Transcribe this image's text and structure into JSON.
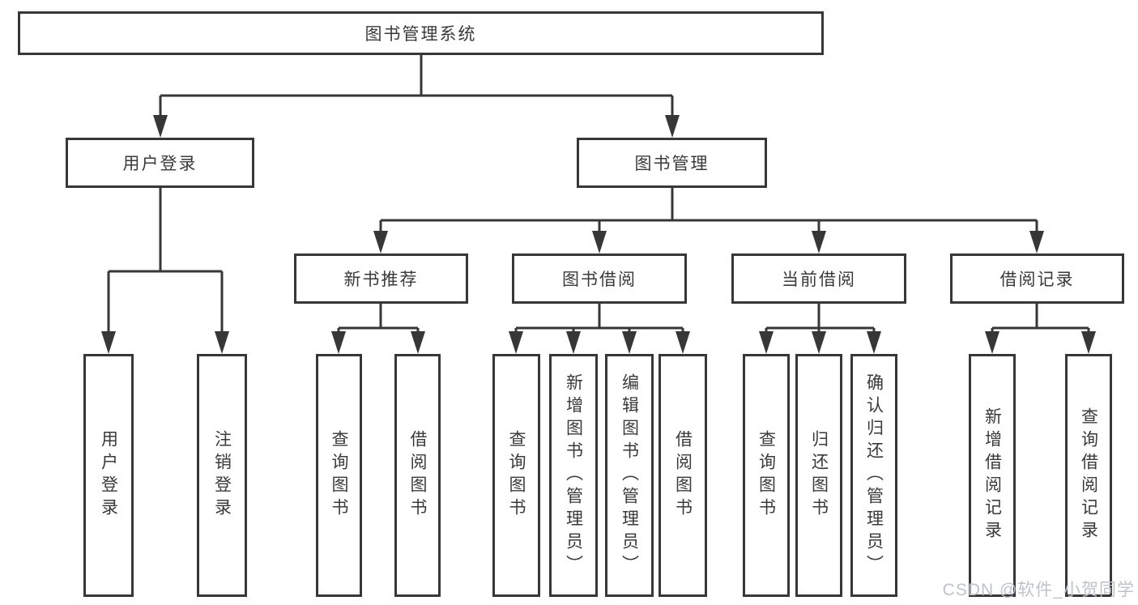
{
  "diagram": {
    "root_label": "图书管理系统",
    "level2": [
      {
        "label": "用户登录"
      },
      {
        "label": "图书管理"
      }
    ],
    "level3": [
      {
        "label": "新书推荐"
      },
      {
        "label": "图书借阅"
      },
      {
        "label": "当前借阅"
      },
      {
        "label": "借阅记录"
      }
    ],
    "leaves": {
      "user_login_group": [
        {
          "label": "用户登录"
        },
        {
          "label": "注销登录"
        }
      ],
      "new_book_group": [
        {
          "label": "查询图书"
        },
        {
          "label": "借阅图书"
        }
      ],
      "book_borrow_group": [
        {
          "label": "查询图书"
        },
        {
          "label": "新增图书（管理员）"
        },
        {
          "label": "编辑图书（管理员）"
        },
        {
          "label": "借阅图书"
        }
      ],
      "current_borrow_group": [
        {
          "label": "查询图书"
        },
        {
          "label": "归还图书"
        },
        {
          "label": "确认归还（管理员）"
        }
      ],
      "borrow_record_group": [
        {
          "label": "新增借阅记录"
        },
        {
          "label": "查询借阅记录"
        }
      ]
    }
  },
  "watermark": {
    "text": "CSDN @软件_小贺同学"
  },
  "colors": {
    "line": "#373737",
    "box_border": "#373737",
    "text": "#3a3a3a",
    "watermark": "#bfc3c9",
    "background": "#ffffff"
  }
}
